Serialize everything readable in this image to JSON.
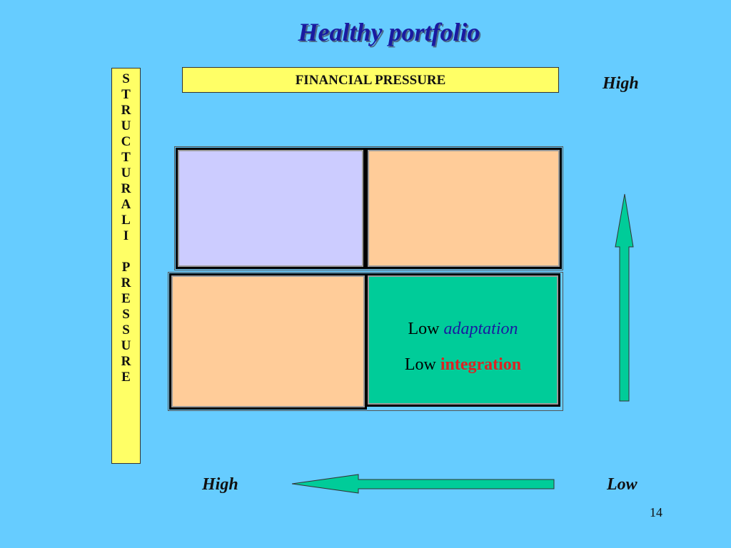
{
  "slide": {
    "title": "Healthy portfolio",
    "page_number": "14"
  },
  "axes": {
    "financial_pressure_label": "FINANCIAL PRESSURE",
    "structural_pressure_letters": [
      "S",
      "T",
      "R",
      "U",
      "C",
      "T",
      "U",
      "R",
      "A",
      "L",
      "I",
      "",
      "P",
      "R",
      "E",
      "S",
      "S",
      "U",
      "R",
      "E"
    ],
    "top_right_label": "High",
    "bottom_left_label": "High",
    "bottom_right_label": "Low"
  },
  "quadrants": {
    "bottom_right": {
      "line1_prefix": "Low",
      "line1_word": "adaptation",
      "line2_prefix": "Low",
      "line2_word": "integration"
    }
  },
  "colors": {
    "background": "#66CCFF",
    "label_box": "#FFFF66",
    "quadrant_top_left": "#CCCCFF",
    "quadrant_peach": "#FFCC99",
    "quadrant_highlight": "#00CC99",
    "arrow": "#00CC99"
  }
}
